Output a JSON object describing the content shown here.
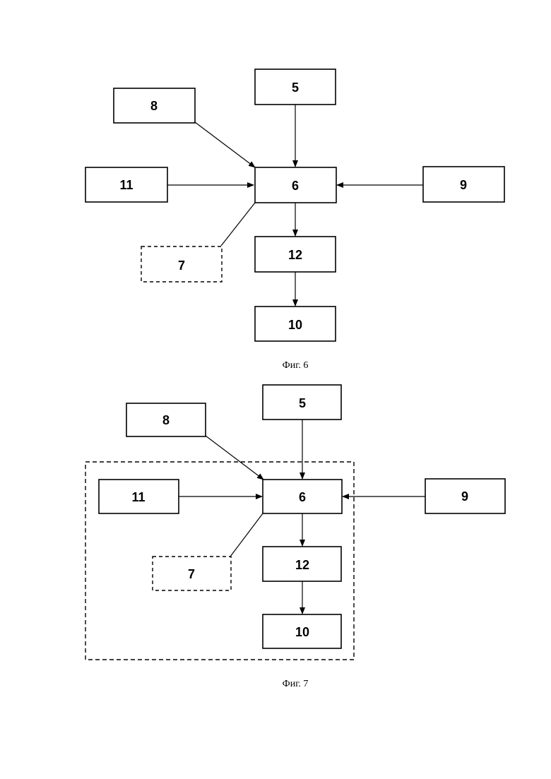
{
  "figure6": {
    "caption": "Фиг. 6",
    "blocks": {
      "b5": "5",
      "b6": "6",
      "b7": "7",
      "b8": "8",
      "b9": "9",
      "b10": "10",
      "b11": "11",
      "b12": "12"
    }
  },
  "figure7": {
    "caption": "Фиг. 7",
    "blocks": {
      "b5": "5",
      "b6": "6",
      "b7": "7",
      "b8": "8",
      "b9": "9",
      "b10": "10",
      "b11": "11",
      "b12": "12"
    }
  }
}
